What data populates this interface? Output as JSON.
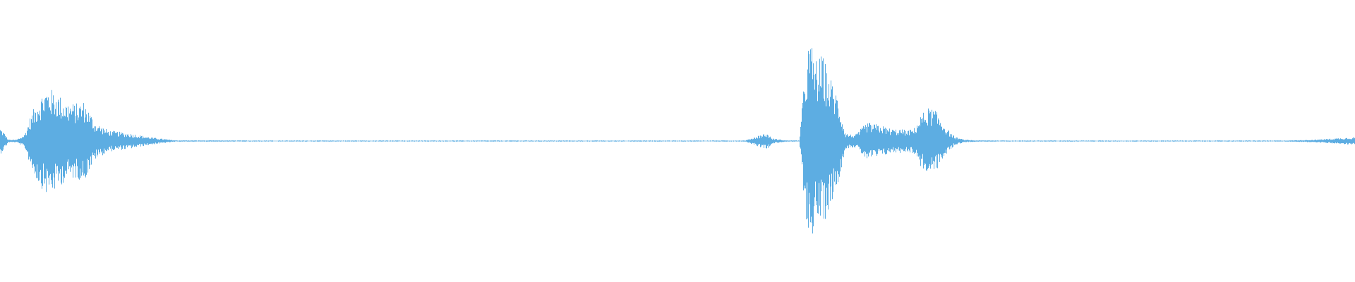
{
  "waveform": {
    "color": "#5dade2",
    "duration_fraction_markers": [],
    "amplitude_envelope": {
      "positions": [
        0.0,
        0.003,
        0.006,
        0.012,
        0.018,
        0.022,
        0.028,
        0.034,
        0.04,
        0.048,
        0.055,
        0.062,
        0.07,
        0.08,
        0.095,
        0.11,
        0.125,
        0.13,
        0.2,
        0.3,
        0.4,
        0.5,
        0.55,
        0.562,
        0.566,
        0.57,
        0.58,
        0.59,
        0.594,
        0.597,
        0.6,
        0.603,
        0.607,
        0.612,
        0.618,
        0.624,
        0.628,
        0.632,
        0.636,
        0.64,
        0.645,
        0.65,
        0.655,
        0.66,
        0.665,
        0.67,
        0.675,
        0.68,
        0.685,
        0.69,
        0.695,
        0.7,
        0.705,
        0.712,
        0.72,
        0.75,
        0.85,
        0.95,
        0.97,
        0.985,
        1.0
      ],
      "peaks": [
        0.1,
        0.06,
        0.01,
        0.01,
        0.05,
        0.18,
        0.32,
        0.4,
        0.38,
        0.3,
        0.28,
        0.3,
        0.14,
        0.08,
        0.06,
        0.03,
        0.01,
        0.005,
        0.004,
        0.004,
        0.004,
        0.004,
        0.004,
        0.05,
        0.06,
        0.02,
        0.005,
        0.005,
        0.5,
        0.75,
        0.7,
        0.6,
        0.65,
        0.5,
        0.35,
        0.06,
        0.05,
        0.05,
        0.1,
        0.14,
        0.13,
        0.12,
        0.1,
        0.09,
        0.09,
        0.08,
        0.1,
        0.2,
        0.25,
        0.24,
        0.16,
        0.08,
        0.03,
        0.01,
        0.005,
        0.004,
        0.004,
        0.004,
        0.01,
        0.02,
        0.03
      ]
    }
  }
}
